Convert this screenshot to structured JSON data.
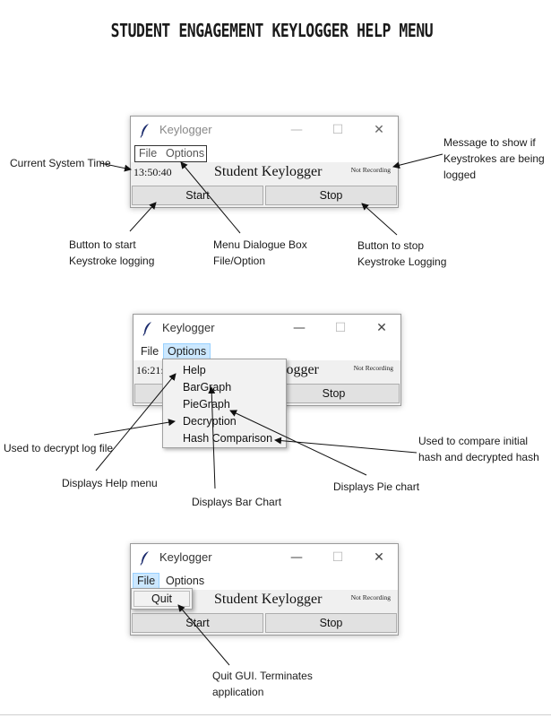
{
  "page_title": "STUDENT ENGAGEMENT KEYLOGGER HELP MENU",
  "windows": [
    {
      "title": "Keylogger",
      "menu": [
        "File",
        "Options"
      ],
      "time": "13:50:40",
      "app_title": "Student Keylogger",
      "status": "Not Recording",
      "buttons": [
        "Start",
        "Stop"
      ]
    },
    {
      "title": "Keylogger",
      "menu": [
        "File",
        "Options"
      ],
      "time": "16:21:",
      "app_title_partial": "logger",
      "status": "Not Recording",
      "buttons": [
        "Stop"
      ],
      "options_dropdown": [
        "Help",
        "BarGraph",
        "PieGraph",
        "Decryption",
        "Hash Comparison"
      ]
    },
    {
      "title": "Keylogger",
      "menu": [
        "File",
        "Options"
      ],
      "app_title": "Student Keylogger",
      "status": "Not Recording",
      "buttons": [
        "Start",
        "Stop"
      ],
      "file_dropdown": [
        "Quit"
      ]
    }
  ],
  "annotations": {
    "current_time": "Current System Time",
    "message": "Message to show if\nKeystrokes are being\nlogged",
    "start_btn": "Button to start\nKeystroke logging",
    "menu_box": "Menu Dialogue Box\nFile/Option",
    "stop_btn": "Button to stop\nKeystroke Logging",
    "decrypt": "Used to decrypt log file",
    "help_menu": "Displays Help menu",
    "bar_chart": "Displays Bar Chart",
    "pie_chart": "Displays Pie chart",
    "hash_compare": "Used to compare initial\nhash and decrypted hash",
    "quit": "Quit GUI. Terminates\napplication"
  },
  "icons": {
    "window_icon": "feather-icon",
    "minimize": "minimize-icon",
    "maximize": "maximize-icon",
    "close": "close-icon"
  }
}
